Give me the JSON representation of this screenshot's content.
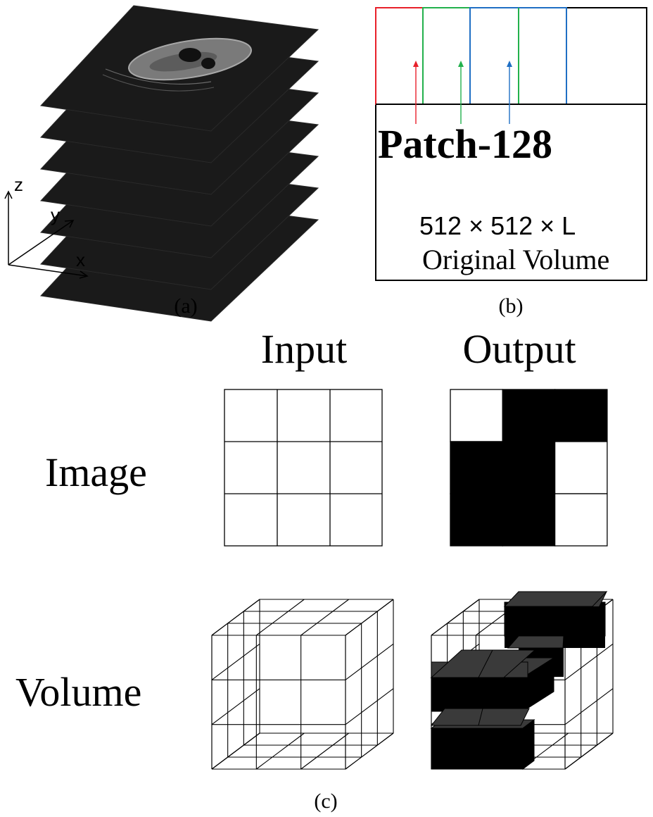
{
  "panel_a": {
    "caption": "(a)",
    "axes": {
      "z": "z",
      "y": "y",
      "x": "x"
    },
    "slice_count": 7
  },
  "panel_b": {
    "caption": "(b)",
    "patch_label": "Patch-128",
    "size_label": "512 × 512 × L",
    "volume_label": "Original Volume",
    "patch_colors": [
      "#e8202a",
      "#22b14c",
      "#1f6fc4",
      "#22b14c",
      "#1f6fc4"
    ]
  },
  "panel_c": {
    "caption": "(c)",
    "col_input": "Input",
    "col_output": "Output",
    "row_image": "Image",
    "row_volume": "Volume",
    "image_output_grid": [
      [
        0,
        1,
        1
      ],
      [
        1,
        1,
        0
      ],
      [
        1,
        1,
        0
      ]
    ]
  }
}
